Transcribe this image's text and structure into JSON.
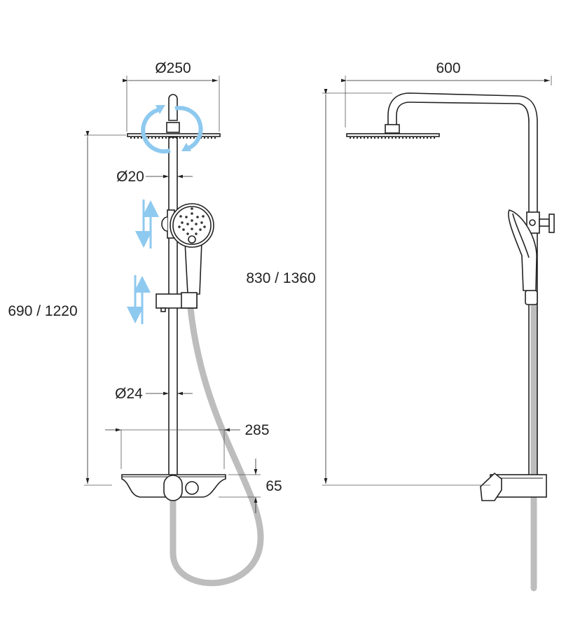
{
  "title": "Shower column technical drawing",
  "front_view": {
    "head_diameter": "Ø250",
    "pipe_top_diameter": "Ø20",
    "pipe_bottom_diameter": "Ø24",
    "height": "690 / 1220",
    "shelf_width": "285",
    "shelf_height": "65"
  },
  "side_view": {
    "arm_length": "600",
    "height": "830 / 1360"
  },
  "colors": {
    "line": "#222222",
    "hose": "#bdbdbd",
    "arrows": "#8ec9ef"
  }
}
